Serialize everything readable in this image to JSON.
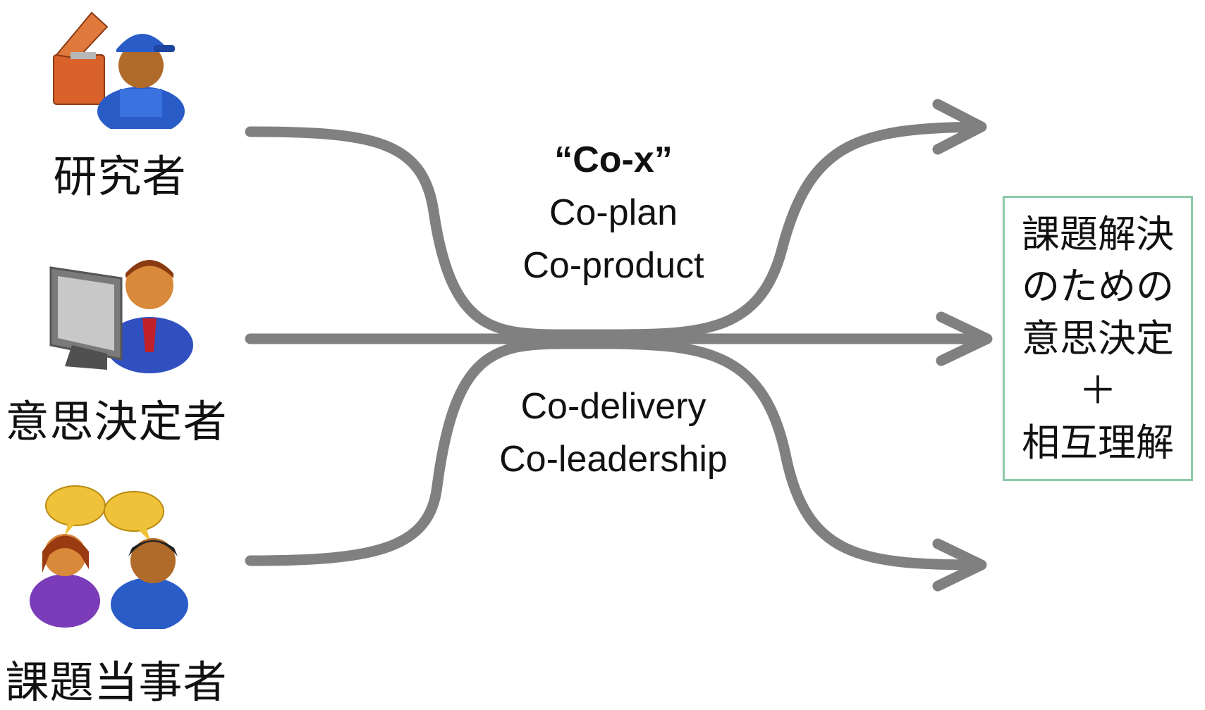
{
  "actors": [
    {
      "label": "研究者",
      "icon": "worker-toolbox-icon"
    },
    {
      "label": "意思決定者",
      "icon": "person-computer-icon"
    },
    {
      "label": "課題当事者",
      "icon": "people-talking-icon"
    }
  ],
  "cox": {
    "title": "“Co-x”",
    "upper": [
      "Co-plan",
      "Co-product"
    ],
    "lower": [
      "Co-delivery",
      "Co-leadership"
    ]
  },
  "outcome": {
    "lines": [
      "課題解決",
      "のための",
      "意思決定",
      "＋",
      "相互理解"
    ]
  },
  "colors": {
    "arrow": "#808080",
    "box_border": "#8ec8a8",
    "worker_shirt": "#2a5cc8",
    "toolbox": "#d9622b",
    "suit": "#3050c0",
    "woman_shirt": "#7a3cb8",
    "speech_bubble": "#f0c23a"
  }
}
